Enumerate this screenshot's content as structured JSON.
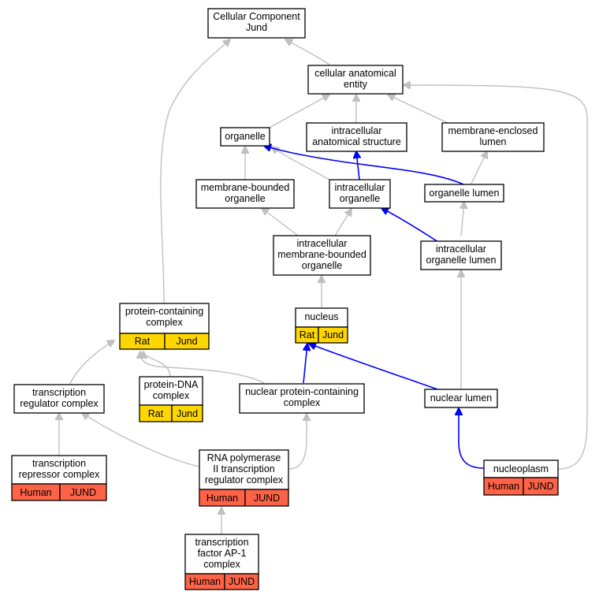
{
  "nodes": {
    "root": {
      "lines": [
        "Cellular Component",
        "Jund"
      ]
    },
    "cae": {
      "lines": [
        "cellular anatomical",
        "entity"
      ]
    },
    "organelle": {
      "lines": [
        "organelle"
      ]
    },
    "ias": {
      "lines": [
        "intracellular",
        "anatomical structure"
      ]
    },
    "mel": {
      "lines": [
        "membrane-enclosed",
        "lumen"
      ]
    },
    "mbo": {
      "lines": [
        "membrane-bounded",
        "organelle"
      ]
    },
    "io": {
      "lines": [
        "intracellular",
        "organelle"
      ]
    },
    "ol": {
      "lines": [
        "organelle lumen"
      ]
    },
    "imbo": {
      "lines": [
        "intracellular",
        "membrane-bounded",
        "organelle"
      ]
    },
    "iol": {
      "lines": [
        "intracellular",
        "organelle lumen"
      ]
    },
    "pcc": {
      "lines": [
        "protein-containing",
        "complex"
      ],
      "species": "Rat",
      "gene": "Jund"
    },
    "nucleus": {
      "lines": [
        "nucleus"
      ],
      "species": "Rat",
      "gene": "Jund"
    },
    "trc": {
      "lines": [
        "transcription",
        "regulator complex"
      ]
    },
    "pdna": {
      "lines": [
        "protein-DNA",
        "complex"
      ],
      "species": "Rat",
      "gene": "Jund"
    },
    "npcc": {
      "lines": [
        "nuclear protein-containing",
        "complex"
      ]
    },
    "nl": {
      "lines": [
        "nuclear lumen"
      ]
    },
    "trepc": {
      "lines": [
        "transcription",
        "repressor complex"
      ],
      "species": "Human",
      "gene": "JUND"
    },
    "rnap": {
      "lines": [
        "RNA polymerase",
        "II transcription",
        "regulator complex"
      ],
      "species": "Human",
      "gene": "JUND"
    },
    "np": {
      "lines": [
        "nucleoplasm"
      ],
      "species": "Human",
      "gene": "JUND"
    },
    "ap1": {
      "lines": [
        "transcription",
        "factor AP-1",
        "complex"
      ],
      "species": "Human",
      "gene": "JUND"
    }
  },
  "colors": {
    "rat": "#ffd700",
    "human": "#ff6347",
    "edge_default": "#c0c0c0",
    "edge_highlight": "#0000ff"
  }
}
